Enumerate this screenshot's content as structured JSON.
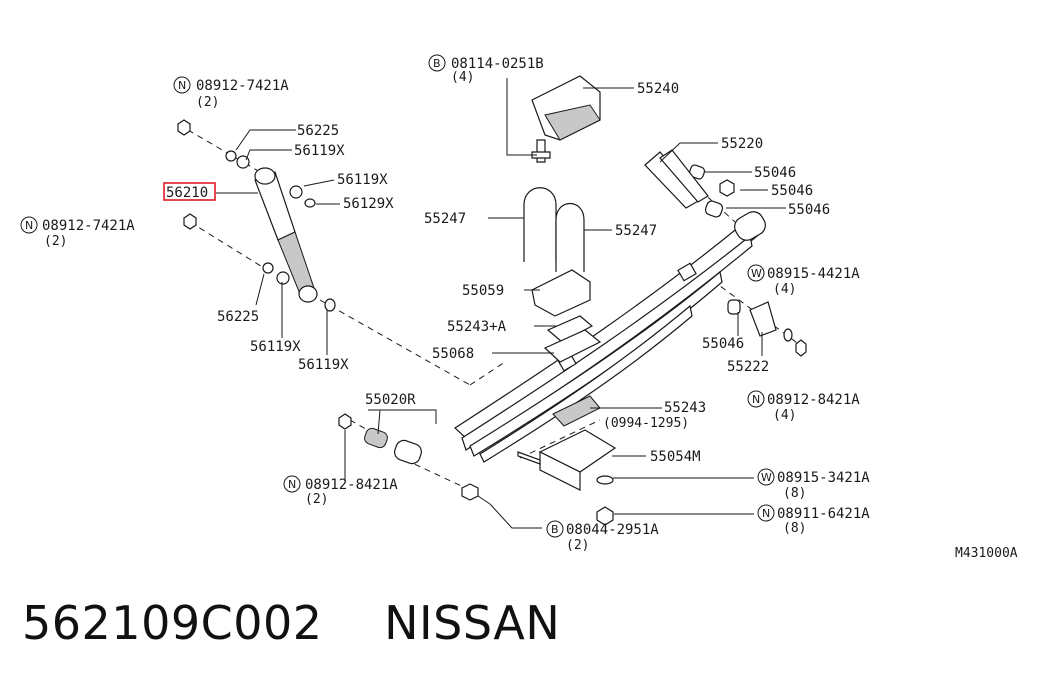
{
  "caption": "562109C002  NISSAN",
  "figure_code": "M431000A",
  "highlight_color": "#e01b24",
  "highlighted_part": "56210",
  "labels": {
    "l_08912_7421A_top": {
      "prefix": "N",
      "text": "08912-7421A",
      "qty": "(2)"
    },
    "l_08912_7421A_left": {
      "prefix": "N",
      "text": "08912-7421A",
      "qty": "(2)"
    },
    "l_08114_0251B": {
      "prefix": "B",
      "text": "08114-0251B",
      "qty": "(4)"
    },
    "l_55240": {
      "text": "55240"
    },
    "l_56225_top": {
      "text": "56225"
    },
    "l_56119X_a": {
      "text": "56119X"
    },
    "l_56119X_b": {
      "text": "56119X"
    },
    "l_56129X": {
      "text": "56129X"
    },
    "l_56210": {
      "text": "56210"
    },
    "l_55220": {
      "text": "55220"
    },
    "l_55046_a": {
      "text": "55046"
    },
    "l_55046_b": {
      "text": "55046"
    },
    "l_55046_c": {
      "text": "55046"
    },
    "l_55247_left": {
      "text": "55247"
    },
    "l_55247_right": {
      "text": "55247"
    },
    "l_08915_4421A": {
      "prefix": "W",
      "text": "08915-4421A",
      "qty": "(4)"
    },
    "l_55059": {
      "text": "55059"
    },
    "l_56225_bottom": {
      "text": "56225"
    },
    "l_55243A": {
      "text": "55243+A"
    },
    "l_55046_d": {
      "text": "55046"
    },
    "l_55068": {
      "text": "55068"
    },
    "l_55222": {
      "text": "55222"
    },
    "l_56119X_c": {
      "text": "56119X"
    },
    "l_56119X_d": {
      "text": "56119X"
    },
    "l_08912_8421A_right": {
      "prefix": "N",
      "text": "08912-8421A",
      "qty": "(4)"
    },
    "l_55020R": {
      "text": "55020R"
    },
    "l_55243": {
      "text": "55243",
      "qty": "(0994-1295)"
    },
    "l_55054M": {
      "text": "55054M"
    },
    "l_08915_3421A": {
      "prefix": "W",
      "text": "08915-3421A",
      "qty": "(8)"
    },
    "l_08912_8421A_left": {
      "prefix": "N",
      "text": "08912-8421A",
      "qty": "(2)"
    },
    "l_08911_6421A": {
      "prefix": "N",
      "text": "08911-6421A",
      "qty": "(8)"
    },
    "l_08044_2951A": {
      "prefix": "B",
      "text": "08044-2951A",
      "qty": "(2)"
    }
  }
}
